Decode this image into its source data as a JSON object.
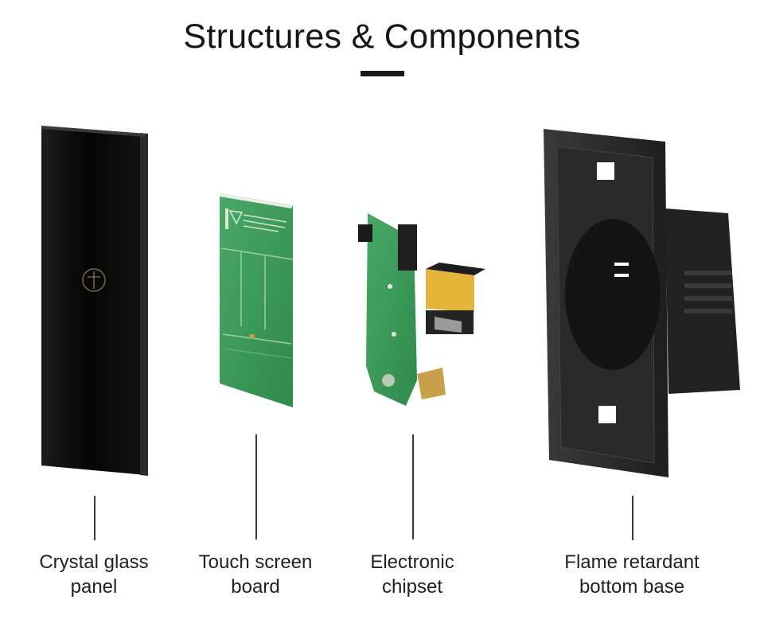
{
  "header": {
    "title": "Structures & Components"
  },
  "components": [
    {
      "line1": "Crystal glass",
      "line2": "panel"
    },
    {
      "line1": "Touch screen",
      "line2": "board"
    },
    {
      "line1": "Electronic",
      "line2": "chipset"
    },
    {
      "line1": "Flame retardant",
      "line2": "bottom base"
    }
  ],
  "colors": {
    "glass": "#0d0d0d",
    "pcb_green": "#3f9b5a",
    "base_gray": "#2b2b2b",
    "accent_yellow": "#e5b83a",
    "copper": "#c9a04a"
  }
}
